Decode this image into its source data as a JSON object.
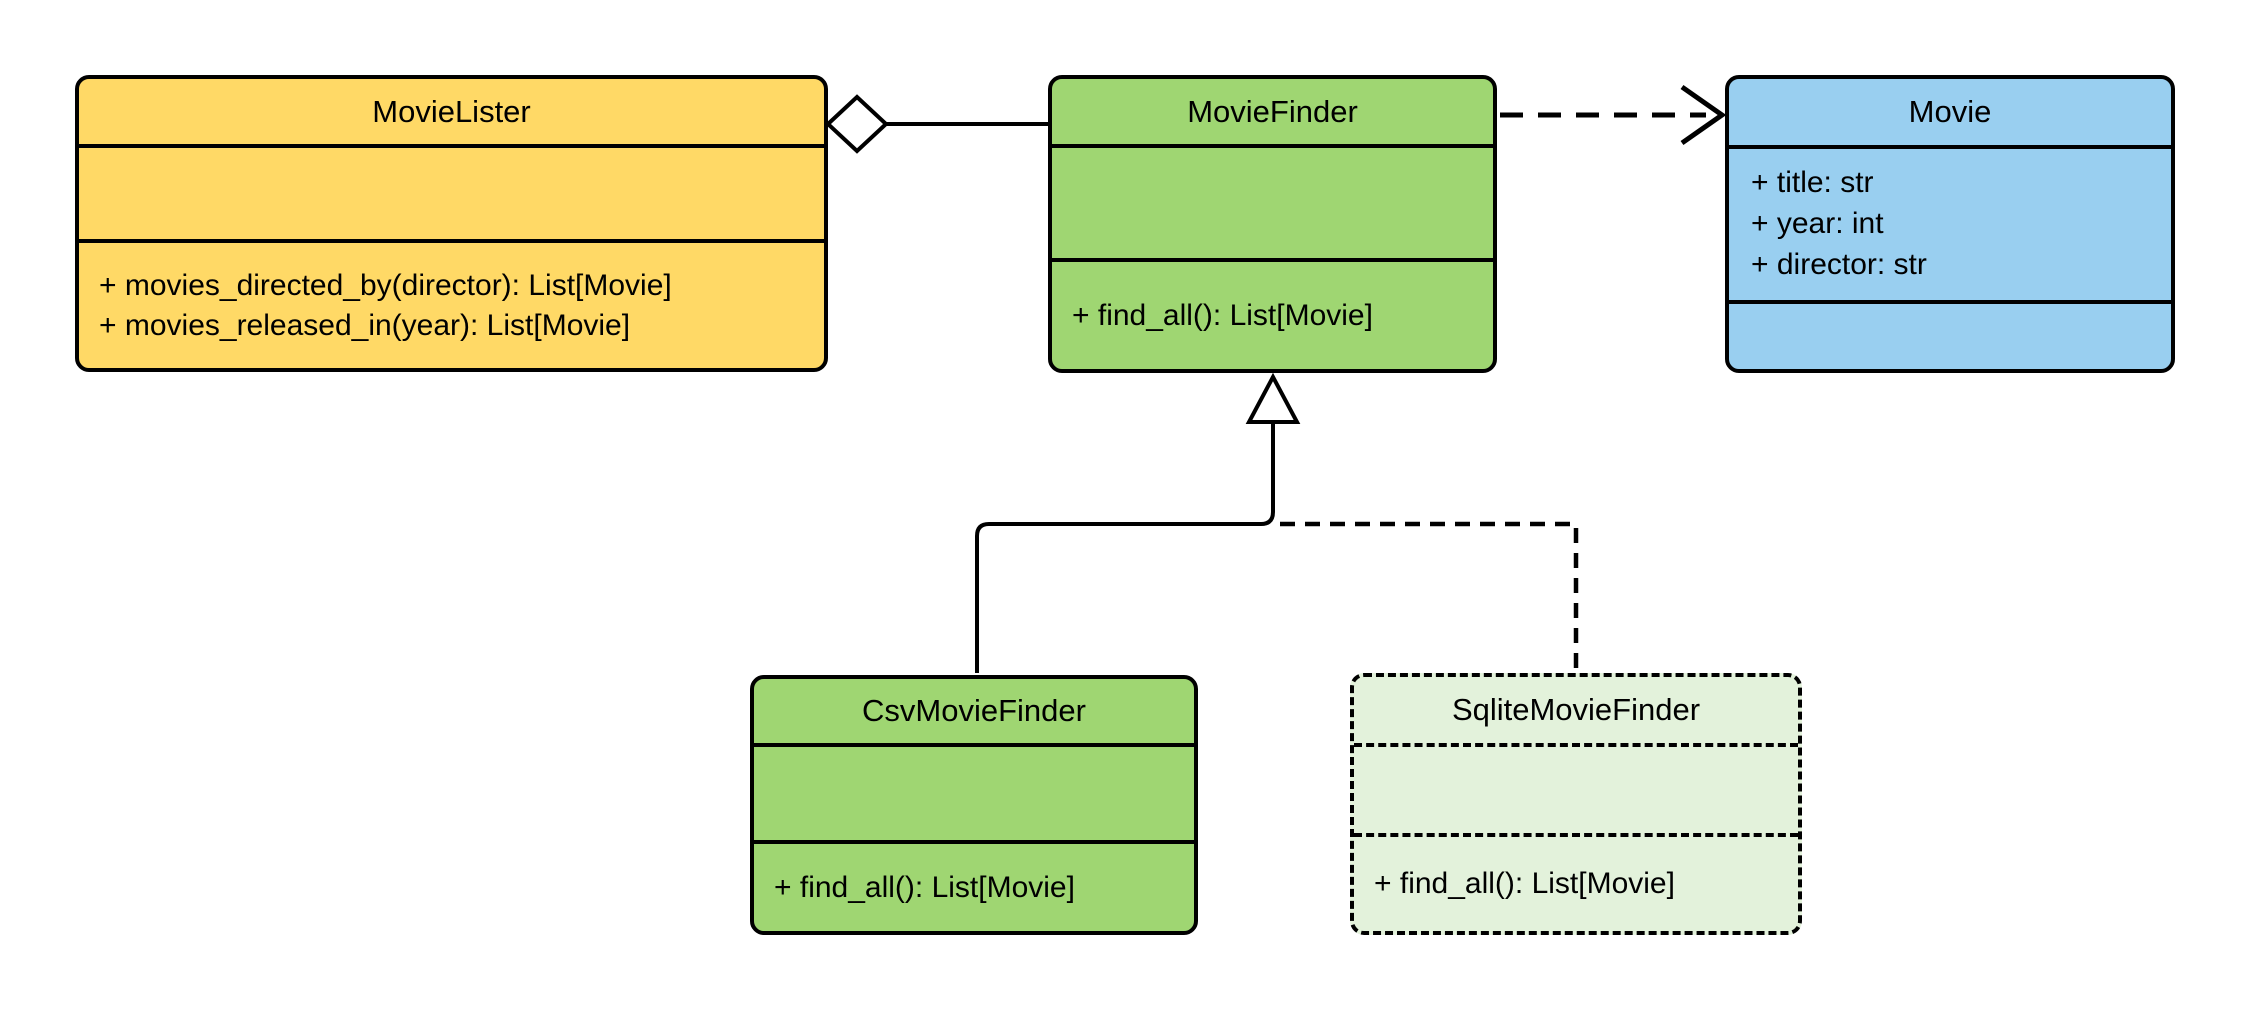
{
  "diagram": {
    "type": "uml-class-diagram",
    "background": "#ffffff",
    "colors": {
      "yellow_fill": "#FFD966",
      "green_fill": "#9FD672",
      "blue_fill": "#99CFF0",
      "light_green_fill": "#E3F2DB",
      "line": "#000000",
      "marker_fill": "#ffffff"
    },
    "classes": {
      "movie_lister": {
        "name": "MovieLister",
        "attributes": [],
        "methods": [
          "+ movies_directed_by(director): List[Movie]",
          "+ movies_released_in(year): List[Movie]"
        ]
      },
      "movie_finder": {
        "name": "MovieFinder",
        "attributes": [],
        "methods": [
          "+ find_all(): List[Movie]"
        ]
      },
      "movie": {
        "name": "Movie",
        "attributes": [
          "+ title: str",
          "+ year: int",
          "+ director: str"
        ],
        "methods": []
      },
      "csv_movie_finder": {
        "name": "CsvMovieFinder",
        "attributes": [],
        "methods": [
          "+ find_all(): List[Movie]"
        ]
      },
      "sqlite_movie_finder": {
        "name": "SqliteMovieFinder",
        "attributes": [],
        "methods": [
          "+ find_all(): List[Movie]"
        ]
      }
    },
    "relationships": [
      {
        "type": "aggregation",
        "from": "MovieLister",
        "to": "MovieFinder",
        "line": "solid",
        "marker": "hollow-diamond"
      },
      {
        "type": "dependency",
        "from": "MovieFinder",
        "to": "Movie",
        "line": "dashed",
        "marker": "open-arrow"
      },
      {
        "type": "inheritance",
        "from": "CsvMovieFinder",
        "to": "MovieFinder",
        "line": "solid",
        "marker": "hollow-triangle"
      },
      {
        "type": "inheritance",
        "from": "SqliteMovieFinder",
        "to": "MovieFinder",
        "line": "dashed",
        "marker": "hollow-triangle"
      }
    ]
  }
}
